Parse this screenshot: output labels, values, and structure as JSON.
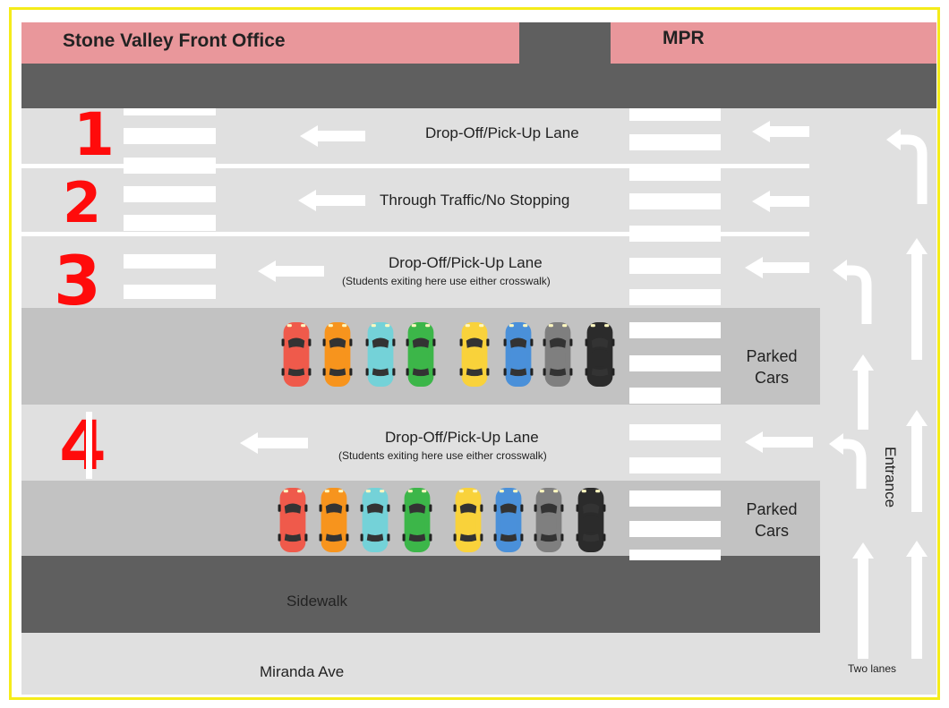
{
  "buildings": {
    "front_office": "Stone Valley Front Office",
    "mpr": "MPR"
  },
  "lanes": [
    {
      "number": "1",
      "label": "Drop-Off/Pick-Up Lane",
      "sub": ""
    },
    {
      "number": "2",
      "label": "Through Traffic/No Stopping",
      "sub": ""
    },
    {
      "number": "3",
      "label": "Drop-Off/Pick-Up Lane",
      "sub": "(Students exiting here use either crosswalk)"
    },
    {
      "number": "4",
      "label": "Drop-Off/Pick-Up Lane",
      "sub": "(Students exiting here use either crosswalk)"
    }
  ],
  "parked_cars_label_line1": "Parked",
  "parked_cars_label_line2": "Cars",
  "car_colors": [
    "#ef5a4b",
    "#f7941d",
    "#74d2d8",
    "#3cb649",
    "#f9d23b",
    "#4a90d9",
    "#7f7f7f",
    "#2b2b2b"
  ],
  "sidewalk": "Sidewalk",
  "street": "Miranda Ave",
  "entrance": "Entrance",
  "two_lanes": "Two lanes",
  "colors": {
    "building": "#e9979b",
    "road_dark": "#5f5f5f",
    "lane_light": "#e0e0e0",
    "parking": "#c2c2c2",
    "number_red": "#ff0b0b",
    "frame_yellow": "#f5ec1a"
  }
}
